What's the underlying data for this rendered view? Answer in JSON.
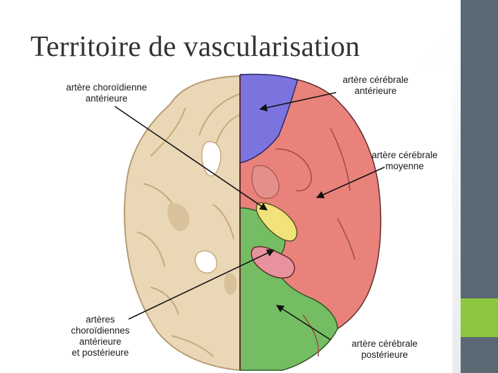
{
  "slide": {
    "title": "Territoire de vascularisation"
  },
  "colors": {
    "sidebar": "#5a6973",
    "accent": "#8dc63f",
    "anterior_cerebral": "#7b73de",
    "middle_cerebral": "#e8827b",
    "posterior_cerebral": "#74bd63",
    "anterior_choroidal": "#f2e27a",
    "choroidal_arteries": "#e7929c",
    "brain_tissue": "#e9d7b6"
  },
  "labels": {
    "ant_choroidal": [
      "artère choroïdienne",
      "antérieure"
    ],
    "ant_cerebral": [
      "artère cérébrale",
      "antérieure"
    ],
    "mid_cerebral": [
      "artère cérébrale",
      "moyenne"
    ],
    "choroidal_arteries": [
      "artères",
      "choroïdiennes",
      "antérieure",
      "et postérieure"
    ],
    "post_cerebral": [
      "artère cérébrale",
      "postérieure"
    ]
  }
}
